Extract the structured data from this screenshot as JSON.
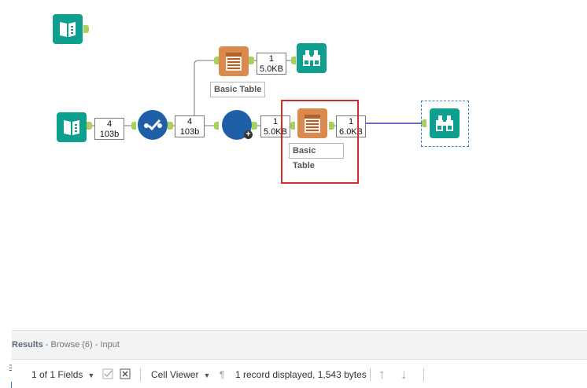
{
  "canvas": {
    "badges": [
      {
        "count": "4",
        "size": "103b"
      },
      {
        "count": "4",
        "size": "103b"
      },
      {
        "count": "1",
        "size": "5.0KB"
      },
      {
        "count": "1",
        "size": "5.0KB"
      },
      {
        "count": "1",
        "size": "6.0KB"
      }
    ],
    "annotations": [
      "Basic Table",
      "Basic Table"
    ],
    "plus_glyph": "+"
  },
  "results": {
    "title": "Results",
    "subtitle": " - Browse (6) - Input",
    "side_glyph": "☰"
  },
  "toolbar": {
    "fields_label": "1 of 1 Fields",
    "viewer_label": "Cell Viewer",
    "pilcrow": "¶",
    "records_label": "1 record displayed, 1,543 bytes",
    "dropdown_caret": "▼",
    "up_arrow": "↑",
    "down_arrow": "↓"
  },
  "colors": {
    "teal": "#0f9f8f",
    "orange": "#d98a4e",
    "blue": "#1f5fa8",
    "anchor_green": "#a8d05a",
    "highlight_red": "#d62b2b",
    "connection_blue": "#3a3ea8"
  },
  "icons": [
    "book-icon",
    "check-flow-icon",
    "table-icon",
    "binoculars-icon",
    "circle-tool-icon",
    "plus-icon",
    "checkmark-icon",
    "close-x-icon",
    "pilcrow-icon",
    "arrow-up-icon",
    "arrow-down-icon"
  ]
}
